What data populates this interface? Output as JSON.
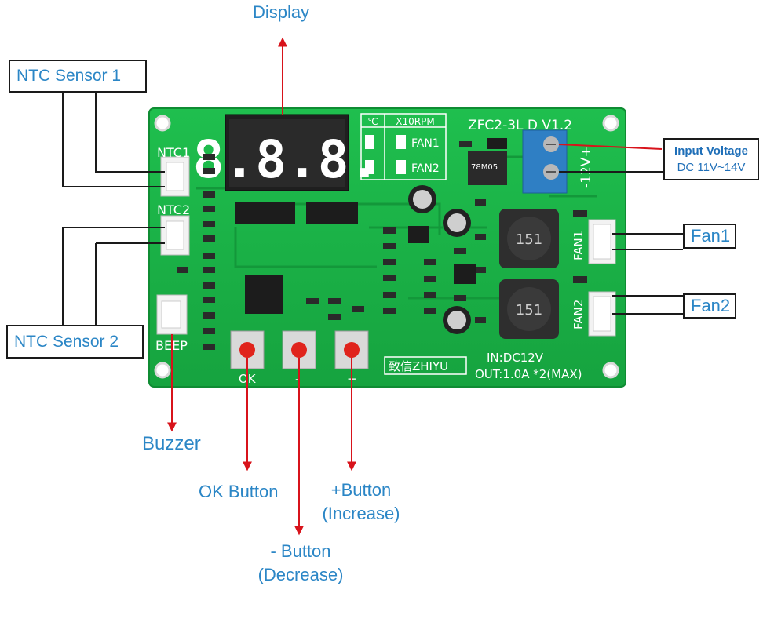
{
  "callouts": {
    "display": "Display",
    "ntc_sensor_1": "NTC Sensor 1",
    "ntc_sensor_2": "NTC Sensor 2",
    "buzzer": "Buzzer",
    "ok_button": "OK Button",
    "minus_button_line1": "- Button",
    "minus_button_line2": "(Decrease)",
    "plus_button_line1": "+Button",
    "plus_button_line2": "(Increase)",
    "input_voltage_line1": "Input Voltage",
    "input_voltage_line2": "DC 11V~14V",
    "fan1": "Fan1",
    "fan2": "Fan2"
  },
  "board": {
    "model": "ZFC2-3L D V1.2",
    "ntc1": "NTC1",
    "ntc2": "NTC2",
    "beep": "BEEP",
    "fan1_port": "FAN1",
    "fan2_port": "FAN2",
    "unit_celsius": "℃",
    "unit_rpm": "X10RPM",
    "led_fan1": "FAN1",
    "led_fan2": "FAN2",
    "power_label": "-12V+",
    "input_spec": "IN:DC12V",
    "output_spec": "OUT:1.0A  *2(MAX)",
    "brand": "致信ZHIYU",
    "ok_key": "OK",
    "minus_key": "-",
    "plus_key": "+",
    "seg_display": "8.8.8.",
    "inductor_code": "151",
    "regulator_code": "78M05"
  },
  "colors": {
    "pcb": "#19b347",
    "arrow": "#d8131b",
    "label": "#2b86c6"
  }
}
